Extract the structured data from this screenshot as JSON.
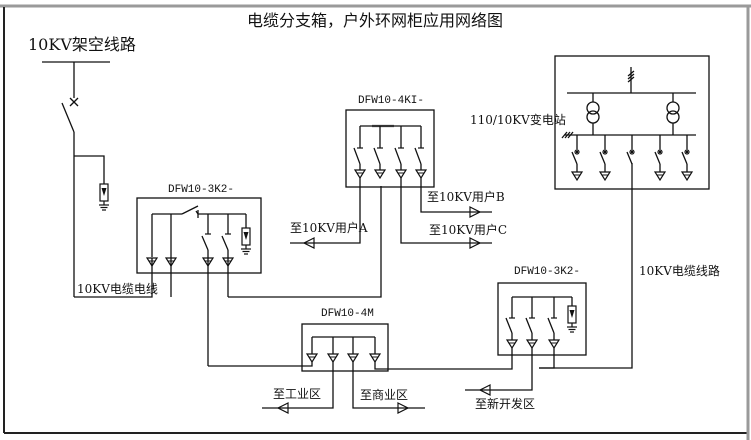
{
  "title": "电缆分支箱，户外环网柜应用网络图",
  "labels": {
    "overhead_line": "10KV架空线路",
    "cable_wire": "10KV电缆电线",
    "cable_line": "10KV电缆线路",
    "substation": "110/10KV变电站",
    "user_a": "至10KV用户A",
    "user_b": "至10KV用户B",
    "user_c": "至10KV用户C",
    "industrial": "至工业区",
    "commercial": "至商业区",
    "new_dev": "至新开发区"
  },
  "boxes": {
    "box_3k2_left": "DFW10-3K2-",
    "box_4ki": "DFW10-4KI-",
    "box_4m": "DFW10-4M",
    "box_3k2_right": "DFW10-3K2-"
  },
  "colors": {
    "line": "#111111",
    "frame": "#222222",
    "background": "#ffffff"
  }
}
